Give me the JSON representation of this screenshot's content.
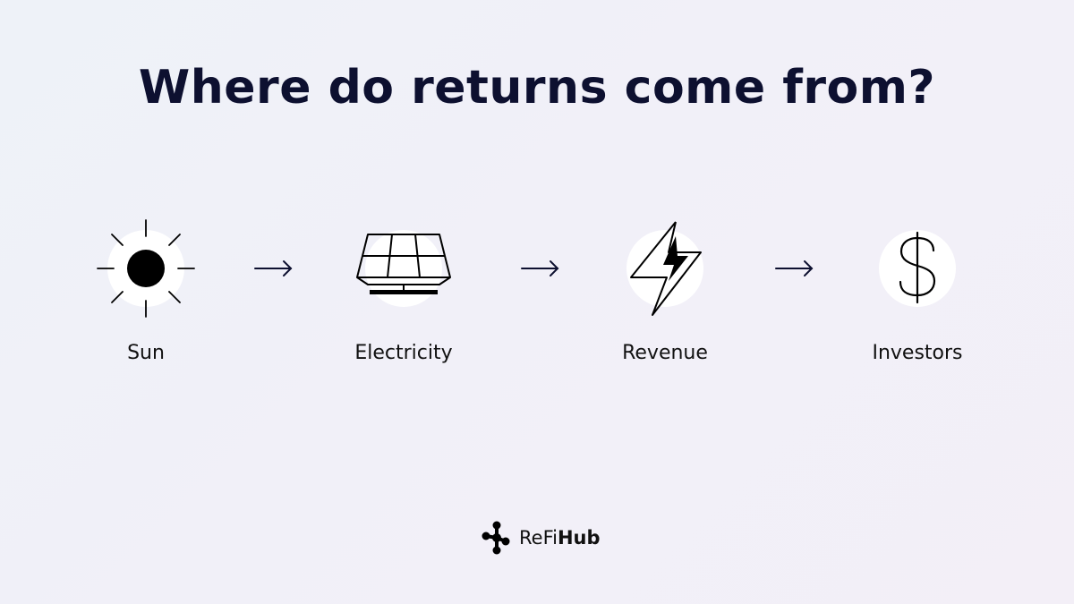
{
  "title": "Where do returns come from?",
  "steps": [
    {
      "label": "Sun",
      "icon": "sun-icon"
    },
    {
      "label": "Electricity",
      "icon": "solar-panel-icon"
    },
    {
      "label": "Revenue",
      "icon": "lightning-bolt-icon"
    },
    {
      "label": "Investors",
      "icon": "dollar-sign-icon"
    }
  ],
  "arrow_icon": "arrow-right-icon",
  "brand": {
    "name_light": "ReFi",
    "name_bold": "Hub",
    "icon": "refihub-logo-icon"
  },
  "colors": {
    "text": "#0d1030",
    "icon_bg": "#ffffff",
    "icon_stroke": "#000000"
  }
}
